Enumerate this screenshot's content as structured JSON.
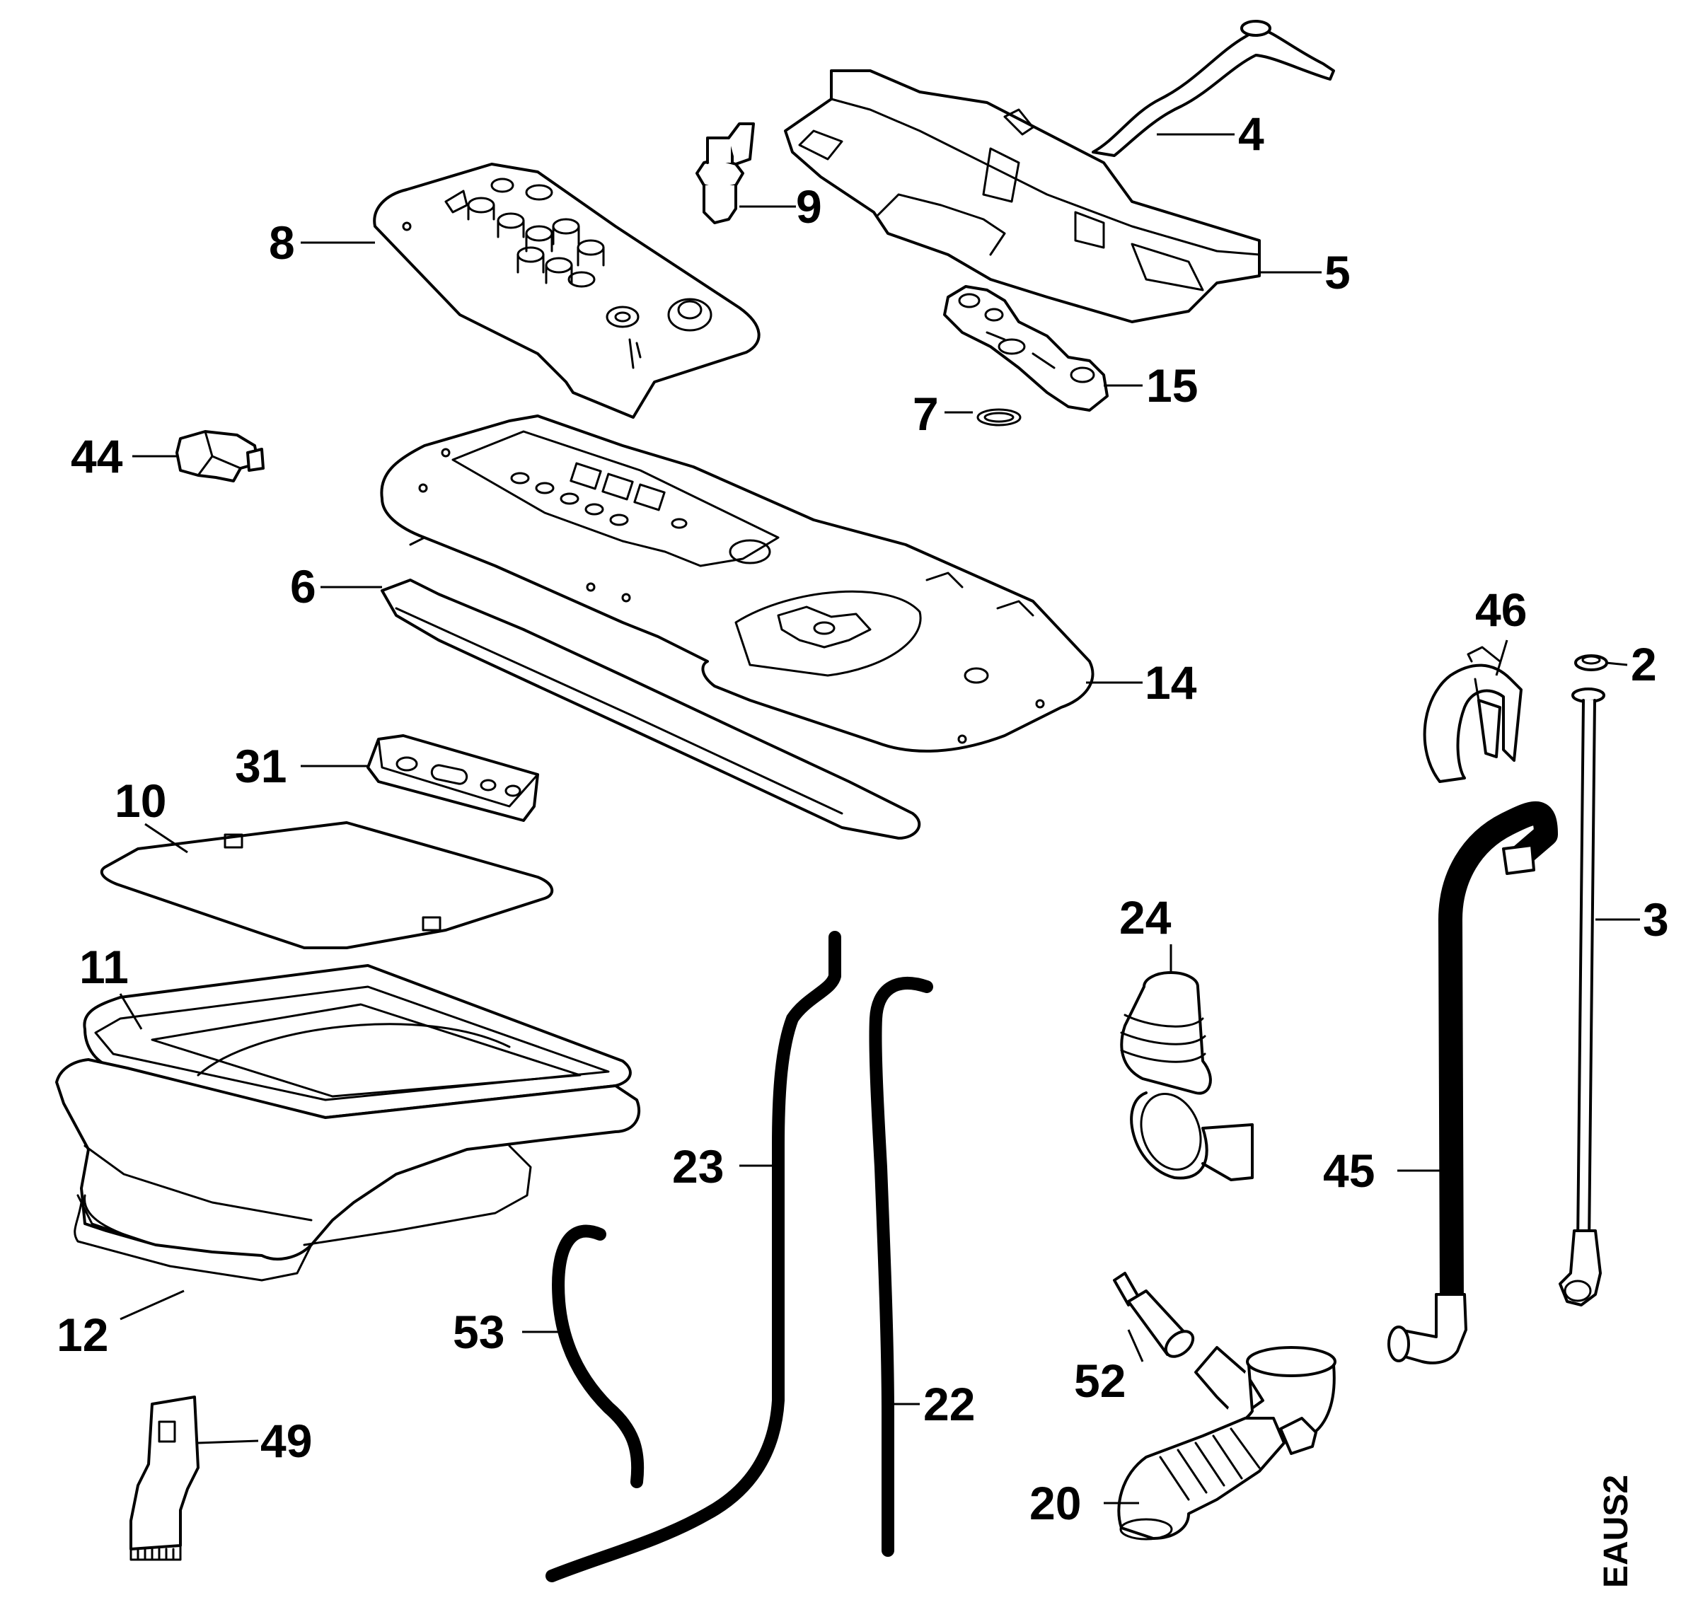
{
  "diagram_code": "EAUS2",
  "callouts": {
    "c2": "2",
    "c3": "3",
    "c4": "4",
    "c5": "5",
    "c6": "6",
    "c7": "7",
    "c8": "8",
    "c9": "9",
    "c10": "10",
    "c11": "11",
    "c12": "12",
    "c14": "14",
    "c15": "15",
    "c20": "20",
    "c22": "22",
    "c23": "23",
    "c24": "24",
    "c31": "31",
    "c44": "44",
    "c45": "45",
    "c46": "46",
    "c49": "49",
    "c52": "52",
    "c53": "53"
  },
  "colors": {
    "ink": "#000000",
    "paper": "#ffffff"
  }
}
